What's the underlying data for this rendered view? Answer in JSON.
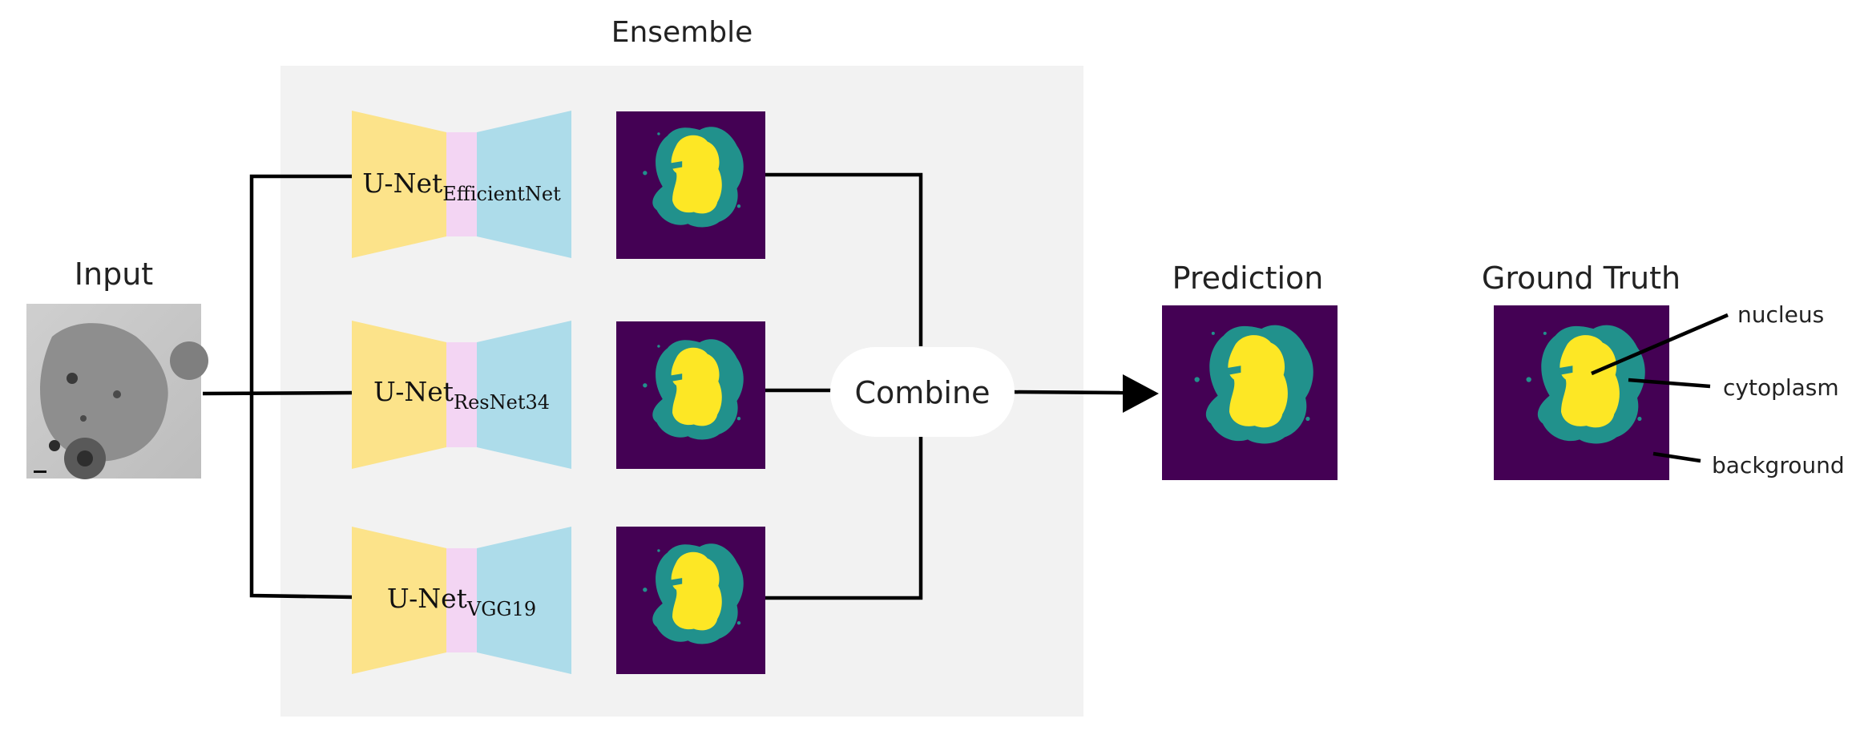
{
  "ensemble": {
    "title": "Ensemble"
  },
  "input": {
    "title": "Input"
  },
  "models": [
    {
      "name": "U-Net",
      "backbone": "EfficientNet"
    },
    {
      "name": "U-Net",
      "backbone": "ResNet34"
    },
    {
      "name": "U-Net",
      "backbone": "VGG19"
    }
  ],
  "combine": {
    "label": "Combine"
  },
  "prediction": {
    "title": "Prediction"
  },
  "ground_truth": {
    "title": "Ground Truth",
    "labels": {
      "nucleus": "nucleus",
      "cytoplasm": "cytoplasm",
      "background": "background"
    }
  },
  "colors": {
    "ensemble_bg": "#f2f2f2",
    "encoder": "#fce38a",
    "bottleneck": "#f3d5f3",
    "decoder": "#addcea",
    "mask_background": "#440154",
    "mask_cytoplasm": "#21918c",
    "mask_nucleus": "#fde725",
    "line": "#000000"
  }
}
